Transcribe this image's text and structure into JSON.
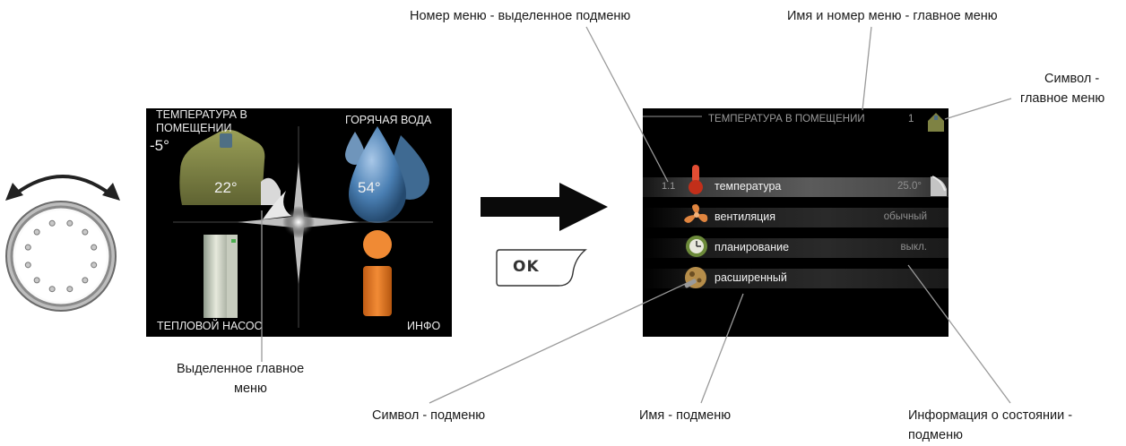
{
  "screen1": {
    "room_temp_title": "ТЕМПЕРАТУРА В ПОМЕЩЕНИИ",
    "room_temp_title_l1": "ТЕМПЕРАТУРА В",
    "room_temp_title_l2": "ПОМЕЩЕНИИ",
    "outdoor_temp": "-5°",
    "house_temp": "22°",
    "hot_water_title": "ГОРЯЧАЯ ВОДА",
    "hot_water_temp": "54°",
    "heat_pump_title": "ТЕПЛОВОЙ НАСОС",
    "info_title": "ИНФО"
  },
  "screen2": {
    "header_title": "ТЕМПЕРАТУРА В ПОМЕЩЕНИИ",
    "header_number": "1",
    "items": [
      {
        "number": "1.1",
        "label": "температура",
        "value": "25.0°",
        "icon": "thermometer-icon"
      },
      {
        "number": "",
        "label": "вентиляция",
        "value": "обычный",
        "icon": "fan-icon"
      },
      {
        "number": "",
        "label": "планирование",
        "value": "выкл.",
        "icon": "clock-icon"
      },
      {
        "number": "",
        "label": "расширенный",
        "value": "",
        "icon": "wrench-icon"
      }
    ]
  },
  "ok_button": {
    "label": "OK"
  },
  "annotations": {
    "menu_number_selected_submenu": "Номер меню - выделенное подменю",
    "name_and_number_main_menu": "Имя и номер меню - главное меню",
    "symbol_main_menu_l1": "Символ -",
    "symbol_main_menu_l2": "главное меню",
    "selected_main_menu_l1": "Выделенное главное",
    "selected_main_menu_l2": "меню",
    "symbol_submenu": "Символ - подменю",
    "name_submenu": "Имя - подменю",
    "status_info_l1": "Информация о состоянии -",
    "status_info_l2": "подменю"
  },
  "colors": {
    "house": "#7e8243",
    "water": "#4f83b5",
    "info": "#ee7d22",
    "thermometer": "#d23a22",
    "fan": "#e0853f",
    "clock": "#6c8a3a"
  }
}
